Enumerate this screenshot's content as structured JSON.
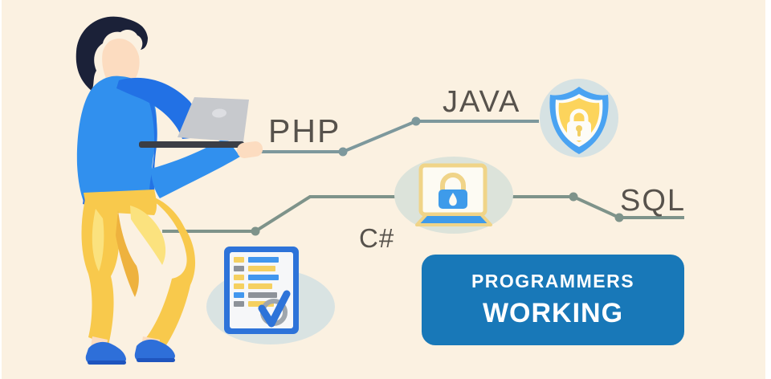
{
  "labels": {
    "php": "PHP",
    "java": "JAVA",
    "csharp": "C#",
    "sql": "SQL"
  },
  "banner": {
    "line1": "PROGRAMMERS",
    "line2": "WORKING"
  },
  "icons": {
    "shield": "shield-lock-icon",
    "laptop_lock": "laptop-lock-icon",
    "checklist": "checklist-icon"
  },
  "palette": {
    "background": "#fbf1e1",
    "connector_teal": "#7d989c",
    "connector_sage": "#7e938a",
    "label_text": "#57524c",
    "banner_bg": "#1878b8",
    "banner_text": "#ffffff",
    "skin": "#fcdcc0",
    "skin_shadow": "#f0bd9e",
    "hair": "#1b2138",
    "sweater_blue": "#3190ee",
    "sweater_dark": "#2271e5",
    "hem_blue": "#2b6fdf",
    "pants_yellow": "#f8c94c",
    "pants_highlight": "#fbe27e",
    "shoe_blue": "#2e6fd9",
    "laptop_gray": "#c7c9cd",
    "laptop_base": "#3b3e45",
    "icon_circle_bg": "#d6e2e3",
    "icon_ellipse_bg": "#dce3da",
    "shield_blue": "#4aa3f2",
    "shield_yellow": "#fcd45c",
    "icon_yellow": "#f0d488",
    "lock_blue": "#3e9bea",
    "clipboard_blue": "#2d73d9",
    "list_yellow": "#f5d060",
    "list_blue": "#4297ee",
    "list_gray": "#8d9299",
    "check_ring_gray": "#9fa6ad"
  }
}
